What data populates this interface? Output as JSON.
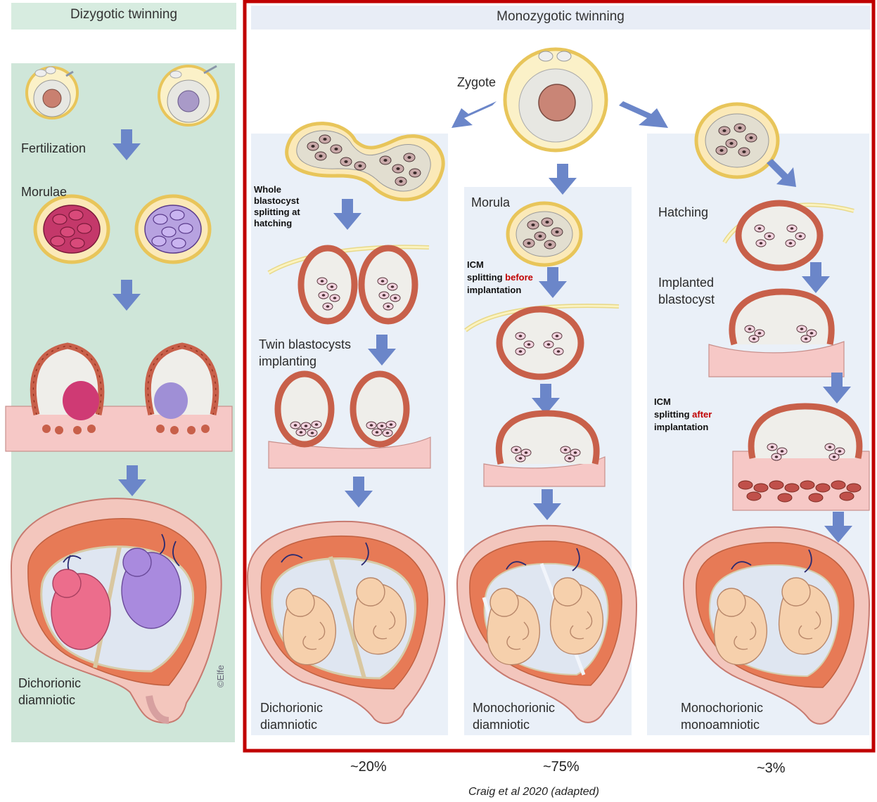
{
  "dizygotic": {
    "header": "Dizygotic twinning",
    "labels": {
      "fertilization": "Fertilization",
      "morulae": "Morulae",
      "outcome_1": "Dichorionic",
      "outcome_2": "diamniotic",
      "signature": "©Elfe"
    }
  },
  "monozygotic": {
    "header": "Monozygotic twinning",
    "zygote": "Zygote",
    "left": {
      "note_1": "Whole",
      "note_2": "blastocyst",
      "note_3": "splitting at",
      "note_4": "hatching",
      "twin_1": "Twin blastocysts",
      "twin_2": "implanting",
      "outcome_1": "Dichorionic",
      "outcome_2": "diamniotic",
      "percent": "~20%"
    },
    "middle": {
      "morula": "Morula",
      "note_1": "ICM",
      "note_2": "splitting",
      "note_red": "before",
      "note_3": "implantation",
      "outcome_1": "Monochorionic",
      "outcome_2": "diamniotic",
      "percent": "~75%"
    },
    "right": {
      "hatching": "Hatching",
      "implanted_1": "Implanted",
      "implanted_2": "blastocyst",
      "note_1": "ICM",
      "note_2": "splitting",
      "note_red": "after",
      "note_3": "implantation",
      "outcome_1": "Monochorionic",
      "outcome_2": "monoamniotic",
      "percent": "~3%"
    }
  },
  "citation": "Craig et al 2020 (adapted)",
  "colors": {
    "dizygotic_bg": "#cfe6d9",
    "panel_bg": "#eaf0f8",
    "frame": "#c00000",
    "arrow": "#6b86c9"
  }
}
